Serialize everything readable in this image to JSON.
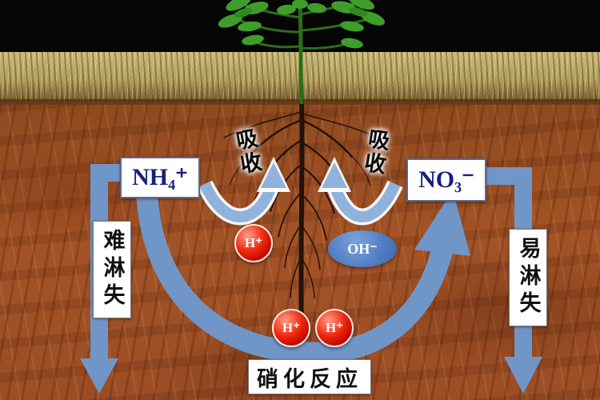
{
  "labels": {
    "nh4": "NH₄⁺",
    "no3": "NO₃⁻",
    "absorb_left": "吸收",
    "absorb_right": "吸收",
    "hard_leach": "难淋失",
    "easy_leach": "易淋失",
    "nitrification": "硝化反应",
    "h_plus_left": "H⁺",
    "h_plus_bottom_1": "H⁺",
    "h_plus_bottom_2": "H⁺",
    "oh_minus": "OH⁻"
  },
  "colors": {
    "arrow_blue": "#7096c8",
    "absorb_arrow_blue": "#8fb3dc",
    "formula_text": "#16227e",
    "ion_red": "#d21000",
    "oh_ellipse_blue": "#4f7cc2",
    "soil_brown": "#9c4d24",
    "grass_tan": "#b3a05e",
    "sky_black": "#000000",
    "root_brown": "#23120a"
  }
}
